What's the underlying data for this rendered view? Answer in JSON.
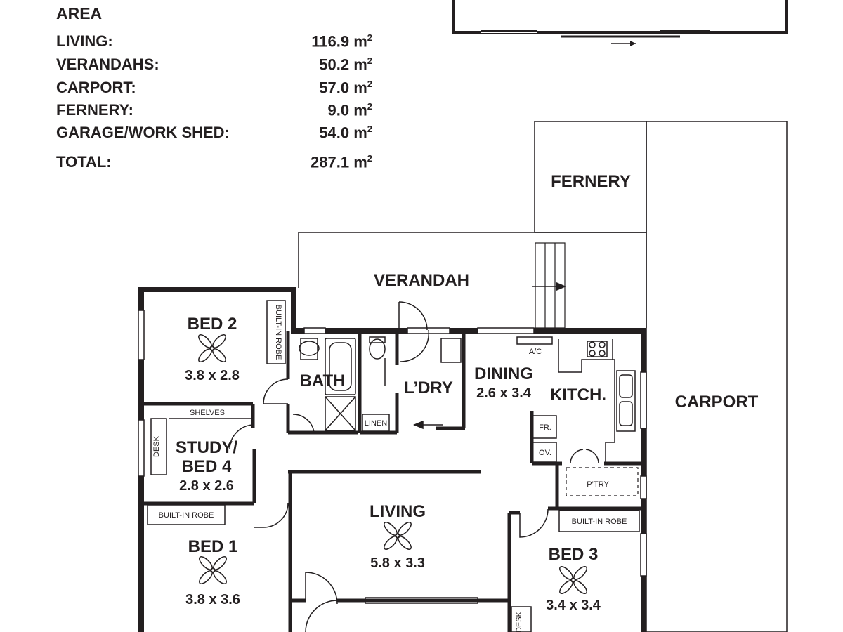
{
  "areas": {
    "title": "AREA",
    "unit": "m",
    "rows": [
      {
        "label": "LIVING:",
        "value": "116.9"
      },
      {
        "label": "VERANDAHS:",
        "value": "50.2"
      },
      {
        "label": "CARPORT:",
        "value": "57.0"
      },
      {
        "label": "FERNERY:",
        "value": "9.0"
      },
      {
        "label": "GARAGE/WORK SHED:",
        "value": "54.0"
      }
    ],
    "total": {
      "label": "TOTAL:",
      "value": "287.1"
    }
  },
  "rooms": {
    "fernery": "FERNERY",
    "verandah": "VERANDAH",
    "carport": "CARPORT",
    "bed2": {
      "name": "BED 2",
      "dims": "3.8 x 2.8"
    },
    "bath": "BATH",
    "laundry": "L’DRY",
    "dining": {
      "name": "DINING",
      "dims": "2.6 x 3.4"
    },
    "kitchen": "KITCH.",
    "study": {
      "name_line1": "STUDY/",
      "name_line2": "BED 4",
      "dims": "2.8 x 2.6"
    },
    "living": {
      "name": "LIVING",
      "dims": "5.8 x 3.3"
    },
    "bed1": {
      "name": "BED 1",
      "dims": "3.8 x 3.6"
    },
    "bed3": {
      "name": "BED 3",
      "dims": "3.4 x 3.4"
    }
  },
  "fixtures": {
    "built_in_robe_vertical": "BUILT-IN ROBE",
    "built_in_robe_bed1": "BUILT-IN ROBE",
    "built_in_robe_bed3": "BUILT-IN ROBE",
    "shelves": "SHELVES",
    "desk_study": "DESK",
    "desk_bed3": "DESK",
    "linen": "LINEN",
    "ac": "A/C",
    "fridge": "FR.",
    "oven": "OV.",
    "pantry": "P’TRY"
  }
}
